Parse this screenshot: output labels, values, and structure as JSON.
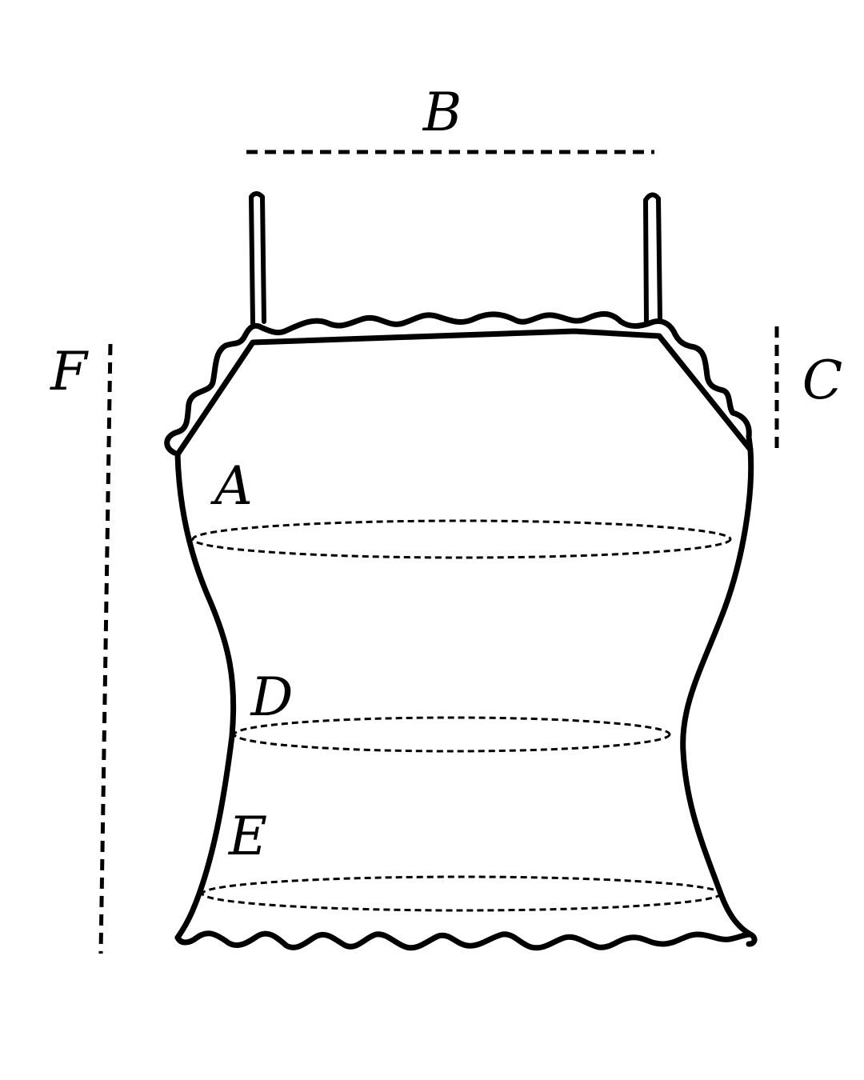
{
  "labels": {
    "A": "A",
    "B": "B",
    "C": "C",
    "D": "D",
    "E": "E",
    "F": "F"
  },
  "style": {
    "ink_color": "#000000",
    "background_color": "#ffffff"
  }
}
